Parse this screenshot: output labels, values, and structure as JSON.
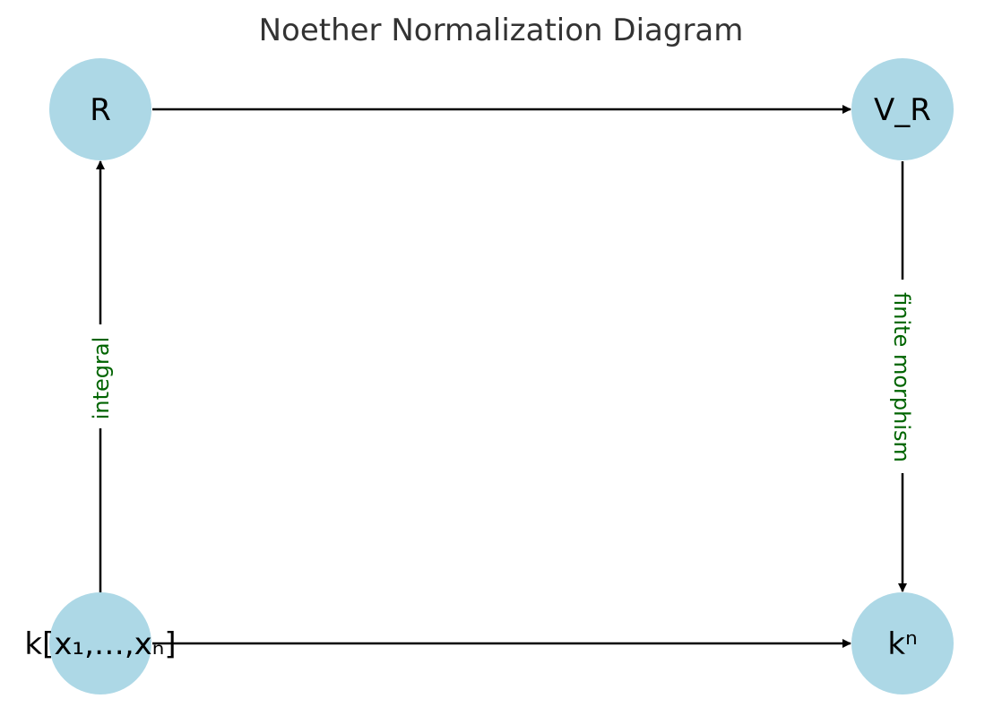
{
  "title": "Noether Normalization Diagram",
  "colors": {
    "node_fill": "#add8e6",
    "edge": "#000000",
    "edge_label": "#006400",
    "title": "#333333",
    "text": "#000000"
  },
  "nodes": [
    {
      "id": "R",
      "label": "R"
    },
    {
      "id": "V_R",
      "label": "V_R"
    },
    {
      "id": "poly",
      "label": "k[x₁,…,xₙ]"
    },
    {
      "id": "kn",
      "label": "kⁿ"
    }
  ],
  "edges": [
    {
      "from": "R",
      "to": "V_R",
      "label": ""
    },
    {
      "from": "poly",
      "to": "R",
      "label": "integral"
    },
    {
      "from": "V_R",
      "to": "kn",
      "label": "finite morphism"
    },
    {
      "from": "poly",
      "to": "kn",
      "label": ""
    }
  ]
}
